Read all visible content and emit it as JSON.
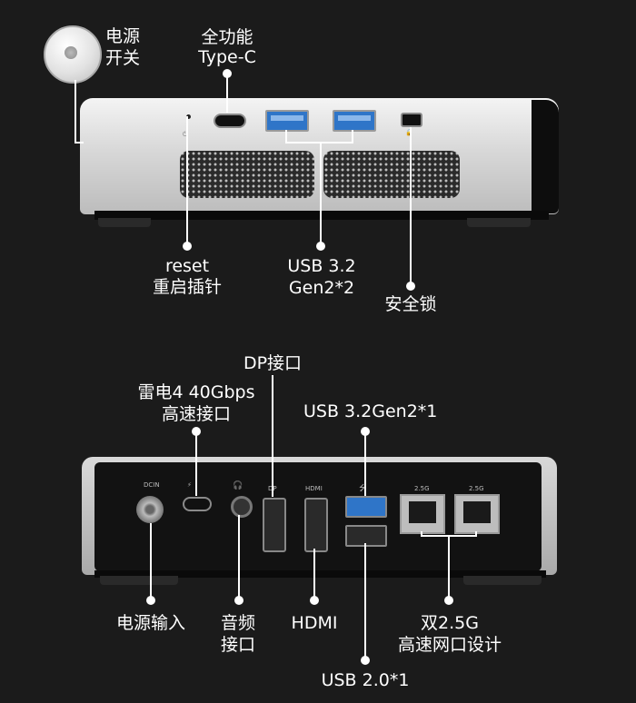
{
  "top_device": {
    "labels": {
      "power_line1": "电源",
      "power_line2": "开关",
      "typec_line1": "全功能",
      "typec_line2": "Type-C",
      "reset_line1": "reset",
      "reset_line2": "重启插针",
      "usb_line1": "USB 3.2",
      "usb_line2": "Gen2*2",
      "lock": "安全锁"
    }
  },
  "bottom_device": {
    "labels": {
      "dp": "DP接口",
      "thunderbolt_line1": "雷电4 40Gbps",
      "thunderbolt_line2": "高速接口",
      "usb32": "USB 3.2Gen2*1",
      "power_in": "电源输入",
      "audio_line1": "音频",
      "audio_line2": "接口",
      "hdmi": "HDMI",
      "lan_line1": "双2.5G",
      "lan_line2": "高速网口设计",
      "usb20": "USB 2.0*1"
    },
    "port_marks": {
      "dcin": "DCIN",
      "dp": "DP",
      "hdmi": "HDMI",
      "lan1": "2.5G",
      "lan2": "2.5G"
    }
  },
  "colors": {
    "background": "#1b1b1b",
    "label": "#ffffff",
    "usb3_blue": "#2f75c8"
  }
}
